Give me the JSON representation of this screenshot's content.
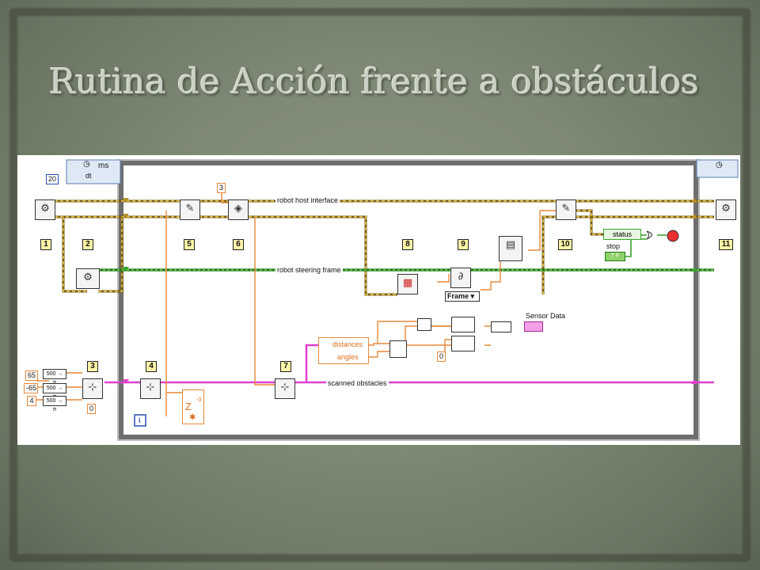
{
  "slide": {
    "title": "Rutina de Acción frente a obstáculos"
  },
  "diagram": {
    "wires": {
      "host": "robot host interface",
      "steering": "robot steering frame",
      "obstacles": "scanned obstacles"
    },
    "step_numbers": [
      "1",
      "2",
      "3",
      "4",
      "5",
      "6",
      "7",
      "8",
      "9",
      "10",
      "11"
    ],
    "timer": {
      "unit": "ms",
      "terminal": "dt",
      "value": "20"
    },
    "constants": {
      "three": "3",
      "zero_a": "0",
      "zero_b": "0",
      "c65": "65",
      "cm65": "-65",
      "c4": "4"
    },
    "conversions": [
      "500 → π",
      "500 → π",
      "500 → π"
    ],
    "cluster": {
      "distances": "distances",
      "angles": "angles"
    },
    "frame_label": "Frame",
    "status_label": "status",
    "stop_label": "stop",
    "stop_const": "T F",
    "sensor_data": "Sensor Data",
    "loop_index": "i",
    "z_label": "Z",
    "z_exp": "-3"
  },
  "colors": {
    "host_wire": "#b8922a",
    "steering_wire": "#3aa52c",
    "obstacle_wire": "#e040d0",
    "numeric_wire": "#e8893a",
    "loop_frame": "#8a8a8a"
  }
}
